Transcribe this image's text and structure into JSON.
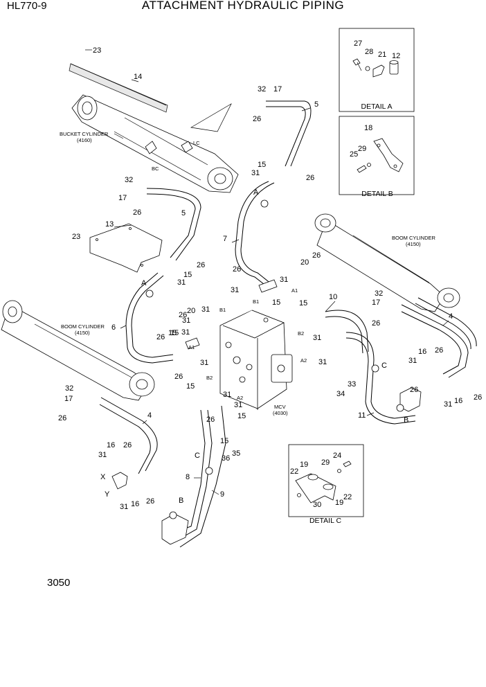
{
  "header": {
    "model": "HL770-9",
    "title": "ATTACHMENT HYDRAULIC PIPING"
  },
  "page_number": "3050",
  "details": {
    "a": {
      "title": "DETAIL A",
      "labels": [
        "27",
        "28",
        "21",
        "12"
      ]
    },
    "b": {
      "title": "DETAIL B",
      "labels": [
        "18",
        "25",
        "29"
      ]
    },
    "c": {
      "title": "DETAIL C",
      "labels": [
        "24",
        "19",
        "29",
        "22",
        "30",
        "19",
        "22"
      ]
    }
  },
  "components": {
    "bucket_cylinder": {
      "name": "BUCKET CYLINDER",
      "code": "(4160)"
    },
    "boom_cylinder_right": {
      "name": "BOOM CYLINDER",
      "code": "(4150)"
    },
    "boom_cylinder_left": {
      "name": "BOOM CYLINDER",
      "code": "(4150)"
    },
    "mcv": {
      "name": "MCV",
      "code": "(4030)"
    }
  },
  "port_marks": [
    "BC",
    "LC",
    "B1",
    "A1",
    "B1",
    "A1",
    "B2",
    "A2",
    "B2",
    "A2",
    "X",
    "Y"
  ],
  "view_marks": [
    "A",
    "A",
    "B",
    "B",
    "C",
    "C"
  ],
  "callouts": [
    "23",
    "14",
    "32",
    "17",
    "5",
    "26",
    "15",
    "31",
    "26",
    "32",
    "17",
    "26",
    "5",
    "13",
    "23",
    "26",
    "15",
    "31",
    "7",
    "26",
    "31",
    "15",
    "20",
    "31",
    "15",
    "26",
    "10",
    "6",
    "26",
    "15",
    "31",
    "20",
    "26",
    "31",
    "15",
    "31",
    "31",
    "26",
    "15",
    "31",
    "32",
    "17",
    "26",
    "4",
    "16",
    "31",
    "26",
    "26",
    "16",
    "31",
    "26",
    "33",
    "34",
    "11",
    "32",
    "17",
    "26",
    "4",
    "16",
    "31",
    "26",
    "16",
    "31",
    "26",
    "36",
    "35",
    "8",
    "9",
    "31",
    "15",
    "26",
    "31",
    "15",
    "31"
  ]
}
